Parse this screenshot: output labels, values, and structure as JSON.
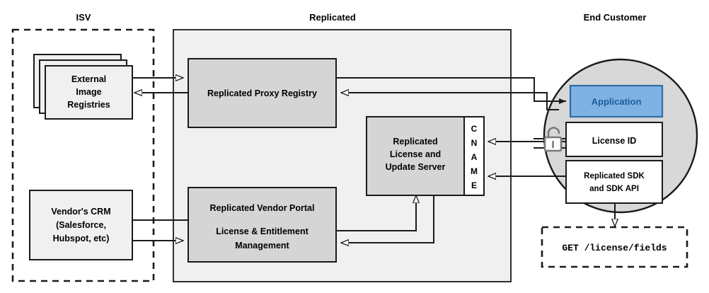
{
  "diagram": {
    "title_isv": "ISV",
    "title_replicated": "Replicated",
    "title_end_customer": "End Customer",
    "colors": {
      "zone_fill": "#f0f0f0",
      "node_fill": "#d5d5d5",
      "card_fill": "#f0f0f0",
      "circle_fill": "#d8d8d8",
      "application_fill": "#7db2e3",
      "application_stroke": "#2f6ba8",
      "application_text": "#1f5c99",
      "stroke": "#1a1a1a",
      "lock_icon": "#7a7a7a"
    }
  },
  "isv": {
    "zone_label": "ISV",
    "registries": {
      "line1": "External",
      "line2": "Image",
      "line3": "Registries"
    },
    "crm": {
      "line1": "Vendor's CRM",
      "line2": "(Salesforce,",
      "line3": "Hubspot, etc)"
    }
  },
  "replicated": {
    "zone_label": "Replicated",
    "proxy_registry": "Replicated Proxy Registry",
    "license_server": {
      "line1": "Replicated",
      "line2": "License and",
      "line3": "Update Server"
    },
    "cname": {
      "full": "CNAME",
      "letters": [
        "C",
        "N",
        "A",
        "M",
        "E"
      ]
    },
    "vendor_portal": {
      "line1": "Replicated Vendor Portal",
      "line2": "License & Entitlement",
      "line3": "Management"
    }
  },
  "end_customer": {
    "zone_label": "End Customer",
    "application": "Application",
    "license_id": "License ID",
    "sdk": {
      "line1": "Replicated SDK",
      "line2": "and SDK API"
    },
    "lock_icon": "unlocked-padlock-icon",
    "api_call": "GET /license/fields"
  }
}
